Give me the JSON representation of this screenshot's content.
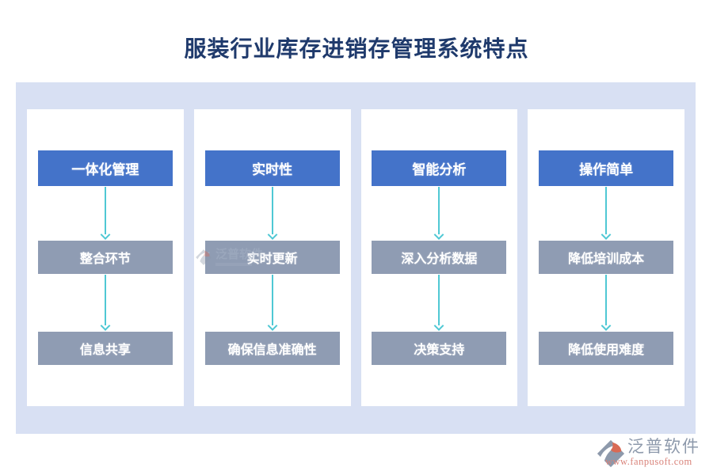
{
  "title": "服装行业库存进销存管理系统特点",
  "colors": {
    "title-navy": "#1F3A6C",
    "panel-bg": "#D8E0F3",
    "header-blue": "#4473C9",
    "step-gray": "#8F9CB3",
    "arrow-teal": "#4FC8D4",
    "brand-gray": "#8D99AB",
    "url-red": "#D9837A",
    "logo-orange": "#D96A55"
  },
  "panel": {
    "columns": [
      {
        "header": "一体化管理",
        "steps": [
          "整合环节",
          "信息共享"
        ]
      },
      {
        "header": "实时性",
        "steps": [
          "实时更新",
          "确保信息准确性"
        ]
      },
      {
        "header": "智能分析",
        "steps": [
          "深入分析数据",
          "决策支持"
        ]
      },
      {
        "header": "操作简单",
        "steps": [
          "降低培训成本",
          "降低使用难度"
        ]
      }
    ]
  },
  "watermark": {
    "brand": "泛普软件"
  },
  "footer": {
    "brand": "泛普软件",
    "url": "www.fanpusoft.com"
  }
}
